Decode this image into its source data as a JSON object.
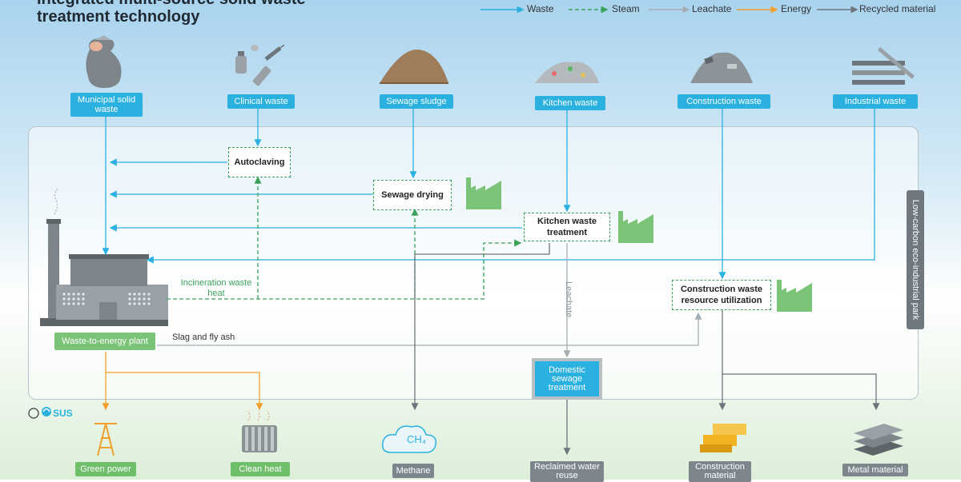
{
  "title": {
    "line1": "Integrated multi-source solid waste",
    "line2": "treatment technology"
  },
  "legend": [
    {
      "label": "Waste",
      "color": "#2ab1e0",
      "style": "solid"
    },
    {
      "label": "Steam",
      "color": "#3aa25b",
      "style": "dashed"
    },
    {
      "label": "Leachate",
      "color": "#a7aeb3",
      "style": "solid"
    },
    {
      "label": "Energy",
      "color": "#f0a030",
      "style": "solid"
    },
    {
      "label": "Recycled material",
      "color": "#6d767c",
      "style": "solid"
    }
  ],
  "sources": {
    "municipal": "Municipal solid waste",
    "clinical": "Clinical waste",
    "sewage": "Sewage sludge",
    "kitchen": "Kitchen waste",
    "construction": "Construction waste",
    "industrial": "Industrial waste"
  },
  "processes": {
    "autoclaving": "Autoclaving",
    "sewage_drying": "Sewage drying",
    "kitchen_treatment": "Kitchen waste treatment",
    "construction_util": "Construction waste resource utilization",
    "domestic_sewage": "Domestic sewage treatment"
  },
  "labels": {
    "incineration_heat": "Incineration waste heat",
    "slag": "Slag and fly ash",
    "leachate": "Leachate",
    "plant": "Waste-to-energy plant",
    "park": "Low-carbon eco-industrial park",
    "brand": "SUS",
    "ch4": "CH₄"
  },
  "outputs": {
    "green_power": "Green power",
    "clean_heat": "Clean heat",
    "methane": "Methane",
    "reclaimed_water": "Reclaimed water reuse",
    "construction_material": "Construction material",
    "metal_material": "Metal material"
  },
  "colors": {
    "waste": "#2ab1e0",
    "steam": "#3aa25b",
    "leachate": "#a7aeb3",
    "energy": "#f0a030",
    "recycled": "#6d767c"
  }
}
